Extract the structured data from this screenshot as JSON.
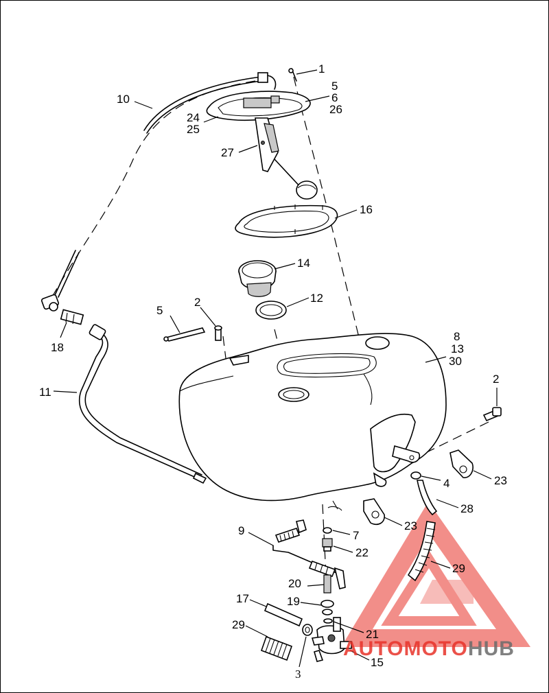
{
  "callouts": [
    {
      "id": "c1",
      "text": "1"
    },
    {
      "id": "c5a",
      "text": "5"
    },
    {
      "id": "c6",
      "text": "6"
    },
    {
      "id": "c26",
      "text": "26"
    },
    {
      "id": "c10",
      "text": "10"
    },
    {
      "id": "c24",
      "text": "24"
    },
    {
      "id": "c25",
      "text": "25"
    },
    {
      "id": "c27",
      "text": "27"
    },
    {
      "id": "c16",
      "text": "16"
    },
    {
      "id": "c14",
      "text": "14"
    },
    {
      "id": "c12",
      "text": "12"
    },
    {
      "id": "c5b",
      "text": "5"
    },
    {
      "id": "c2a",
      "text": "2"
    },
    {
      "id": "c8",
      "text": "8"
    },
    {
      "id": "c13",
      "text": "13"
    },
    {
      "id": "c30",
      "text": "30"
    },
    {
      "id": "c18",
      "text": "18"
    },
    {
      "id": "c11",
      "text": "11"
    },
    {
      "id": "c2b",
      "text": "2"
    },
    {
      "id": "c4",
      "text": "4"
    },
    {
      "id": "c23a",
      "text": "23"
    },
    {
      "id": "c28",
      "text": "28"
    },
    {
      "id": "c23b",
      "text": "23"
    },
    {
      "id": "c9",
      "text": "9"
    },
    {
      "id": "c7",
      "text": "7"
    },
    {
      "id": "c22",
      "text": "22"
    },
    {
      "id": "c29a",
      "text": "29"
    },
    {
      "id": "c20",
      "text": "20"
    },
    {
      "id": "c17",
      "text": "17"
    },
    {
      "id": "c19",
      "text": "19"
    },
    {
      "id": "c29b",
      "text": "29"
    },
    {
      "id": "c21",
      "text": "21"
    },
    {
      "id": "c15",
      "text": "15"
    },
    {
      "id": "c3",
      "text": "3"
    }
  ],
  "watermark": {
    "text": "AUTOMOTOHUB",
    "color_primary": "#e8332a",
    "color_secondary": "#6b6b6b"
  }
}
